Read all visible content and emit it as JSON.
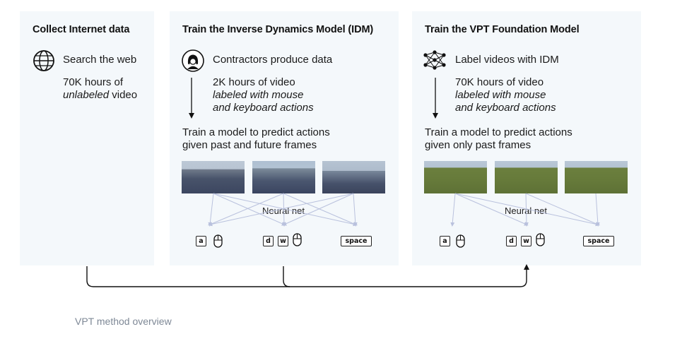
{
  "panels": {
    "collect": {
      "title": "Collect Internet data",
      "step": "Search the web",
      "detail_line1": "70K hours of",
      "detail_italic": "unlabeled",
      "detail_rest": " video"
    },
    "idm": {
      "title": "Train the Inverse Dynamics Model (IDM)",
      "step": "Contractors produce data",
      "detail_line1": "2K hours of video",
      "detail_line2": "labeled with mouse",
      "detail_line3": "and keyboard actions",
      "train_line1": "Train a model to predict actions",
      "train_line2": "given past and future frames",
      "nn_label": "Neural net",
      "keys": {
        "a": "a",
        "d": "d",
        "w": "w",
        "space": "space"
      }
    },
    "vpt": {
      "title": "Train the VPT Foundation Model",
      "step": "Label videos with IDM",
      "detail_line1": "70K hours of video",
      "detail_line2": "labeled with mouse",
      "detail_line3": "and keyboard actions",
      "train_line1": "Train a model to predict actions",
      "train_line2": "given only past frames",
      "nn_label": "Neural net",
      "keys": {
        "a": "a",
        "d": "d",
        "w": "w",
        "space": "space"
      }
    }
  },
  "icons": {
    "collect": "globe-icon",
    "idm": "person-icon",
    "vpt": "network-icon",
    "mouse": "mouse-icon"
  },
  "colors": {
    "panel_bg": "#f4f8fb",
    "connector": "#b9c1dd",
    "caption": "#7e8896"
  },
  "caption": "VPT method overview"
}
